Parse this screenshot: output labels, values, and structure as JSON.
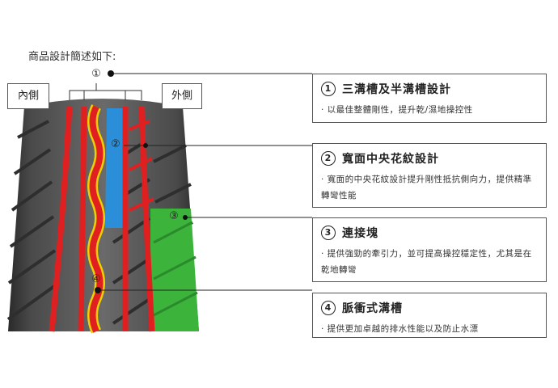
{
  "intro": "商品設計簡述如下:",
  "labels": {
    "inner": "內側",
    "outer": "外側"
  },
  "callouts": [
    "①",
    "②",
    "③",
    "④"
  ],
  "features": [
    {
      "num": "1",
      "title": "三溝槽及半溝槽設計",
      "desc": "· 以最佳整體剛性，提升乾/濕地操控性"
    },
    {
      "num": "2",
      "title": "寬面中央花紋設計",
      "desc": "· 寬面的中央花紋設計提升剛性抵抗側向力，提供精準轉彎性能"
    },
    {
      "num": "3",
      "title": "連接塊",
      "desc": "· 提供強勁的牽引力，並可提高操控穩定性，尤其是在乾地轉彎"
    },
    {
      "num": "4",
      "title": "脈衝式溝槽",
      "desc": "· 提供更加卓越的排水性能以及防止水漂"
    }
  ],
  "colors": {
    "groove": "#e02020",
    "center_rib": "#2a8fd8",
    "connect_block": "#3cb43c",
    "pulse_outline": "#f0d000",
    "tread": "#5a5a5a"
  }
}
